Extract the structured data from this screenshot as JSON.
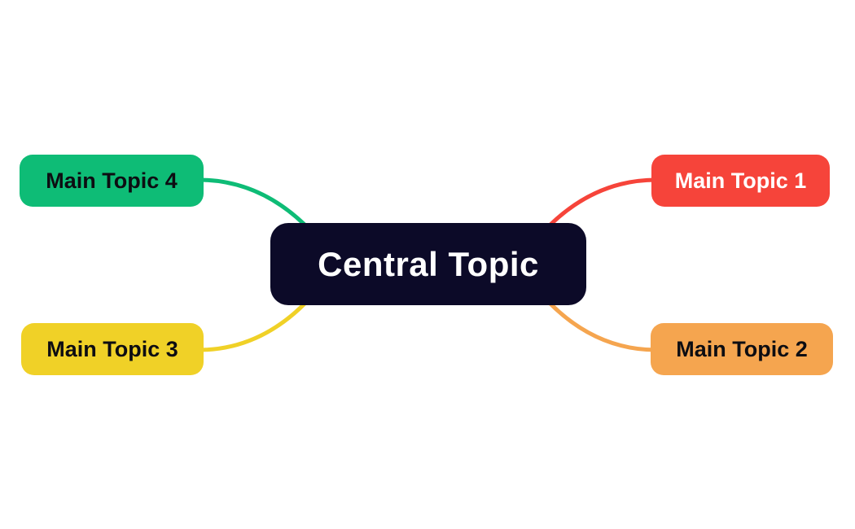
{
  "diagram": {
    "type": "mindmap",
    "background": "#FFFFFF"
  },
  "central": {
    "label": "Central Topic",
    "bg": "#0C0A28",
    "text_color": "#FFFFFF"
  },
  "topics": [
    {
      "label": "Main Topic 1",
      "position": "top-right",
      "bg": "#F6443A",
      "text_color": "#FFFFFF",
      "connector_color": "#F6443A"
    },
    {
      "label": "Main Topic 2",
      "position": "bottom-right",
      "bg": "#F5A54F",
      "text_color": "#0D0D12",
      "connector_color": "#F5A54F"
    },
    {
      "label": "Main Topic 3",
      "position": "bottom-left",
      "bg": "#F0D127",
      "text_color": "#0D0D12",
      "connector_color": "#F0D127"
    },
    {
      "label": "Main Topic 4",
      "position": "top-left",
      "bg": "#0EBC76",
      "text_color": "#0D0D12",
      "connector_color": "#0EBC76"
    }
  ]
}
